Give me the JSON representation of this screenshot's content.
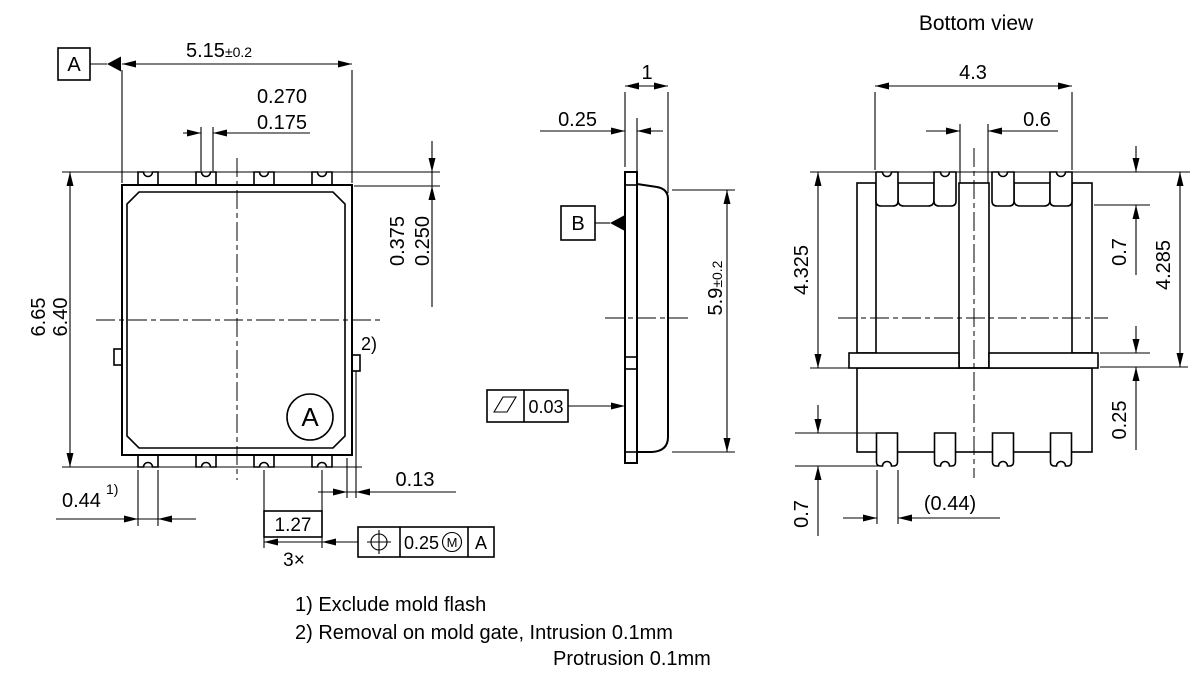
{
  "ink_color": "#000000",
  "front_view": {
    "datum_label": "A",
    "dim_width": "5.15",
    "dim_width_tol": "±0.2",
    "dim_lead_top_max": "0.270",
    "dim_lead_top_min": "0.175",
    "dim_body_h_max": "6.65",
    "dim_body_h_min": "6.40",
    "dim_standoff_max": "0.375",
    "dim_standoff_min": "0.250",
    "dim_lead_tip": "0.44",
    "dim_lead_tip_ref": "1)",
    "dim_pitch": "1.27",
    "dim_pitch_count": "3×",
    "dim_gate": "0.13",
    "gate_note_ref": "2)",
    "pin1_marker": "A",
    "fcf_tolerance": "0.25",
    "fcf_modifier": "M",
    "fcf_datum": "A"
  },
  "side_view": {
    "dim_total_thickness": "1",
    "dim_lead_thickness": "0.25",
    "datum_label": "B",
    "flatness_tolerance": "0.03",
    "dim_body_height": "5.9",
    "dim_body_height_tol": "±0.2"
  },
  "bottom_view": {
    "title": "Bottom view",
    "dim_span": "4.3",
    "dim_center_pad_w": "0.6",
    "dim_pad_len_left": "4.325",
    "dim_top_clearance": "0.7",
    "dim_pad_len_right": "4.285",
    "dim_foot_thickness": "0.25",
    "dim_lead_length": "0.7",
    "dim_lead_width_ref": "(0.44)"
  },
  "notes": {
    "note1": "1) Exclude mold flash",
    "note2": "2) Removal on mold gate, Intrusion 0.1mm",
    "note3": "Protrusion 0.1mm"
  }
}
